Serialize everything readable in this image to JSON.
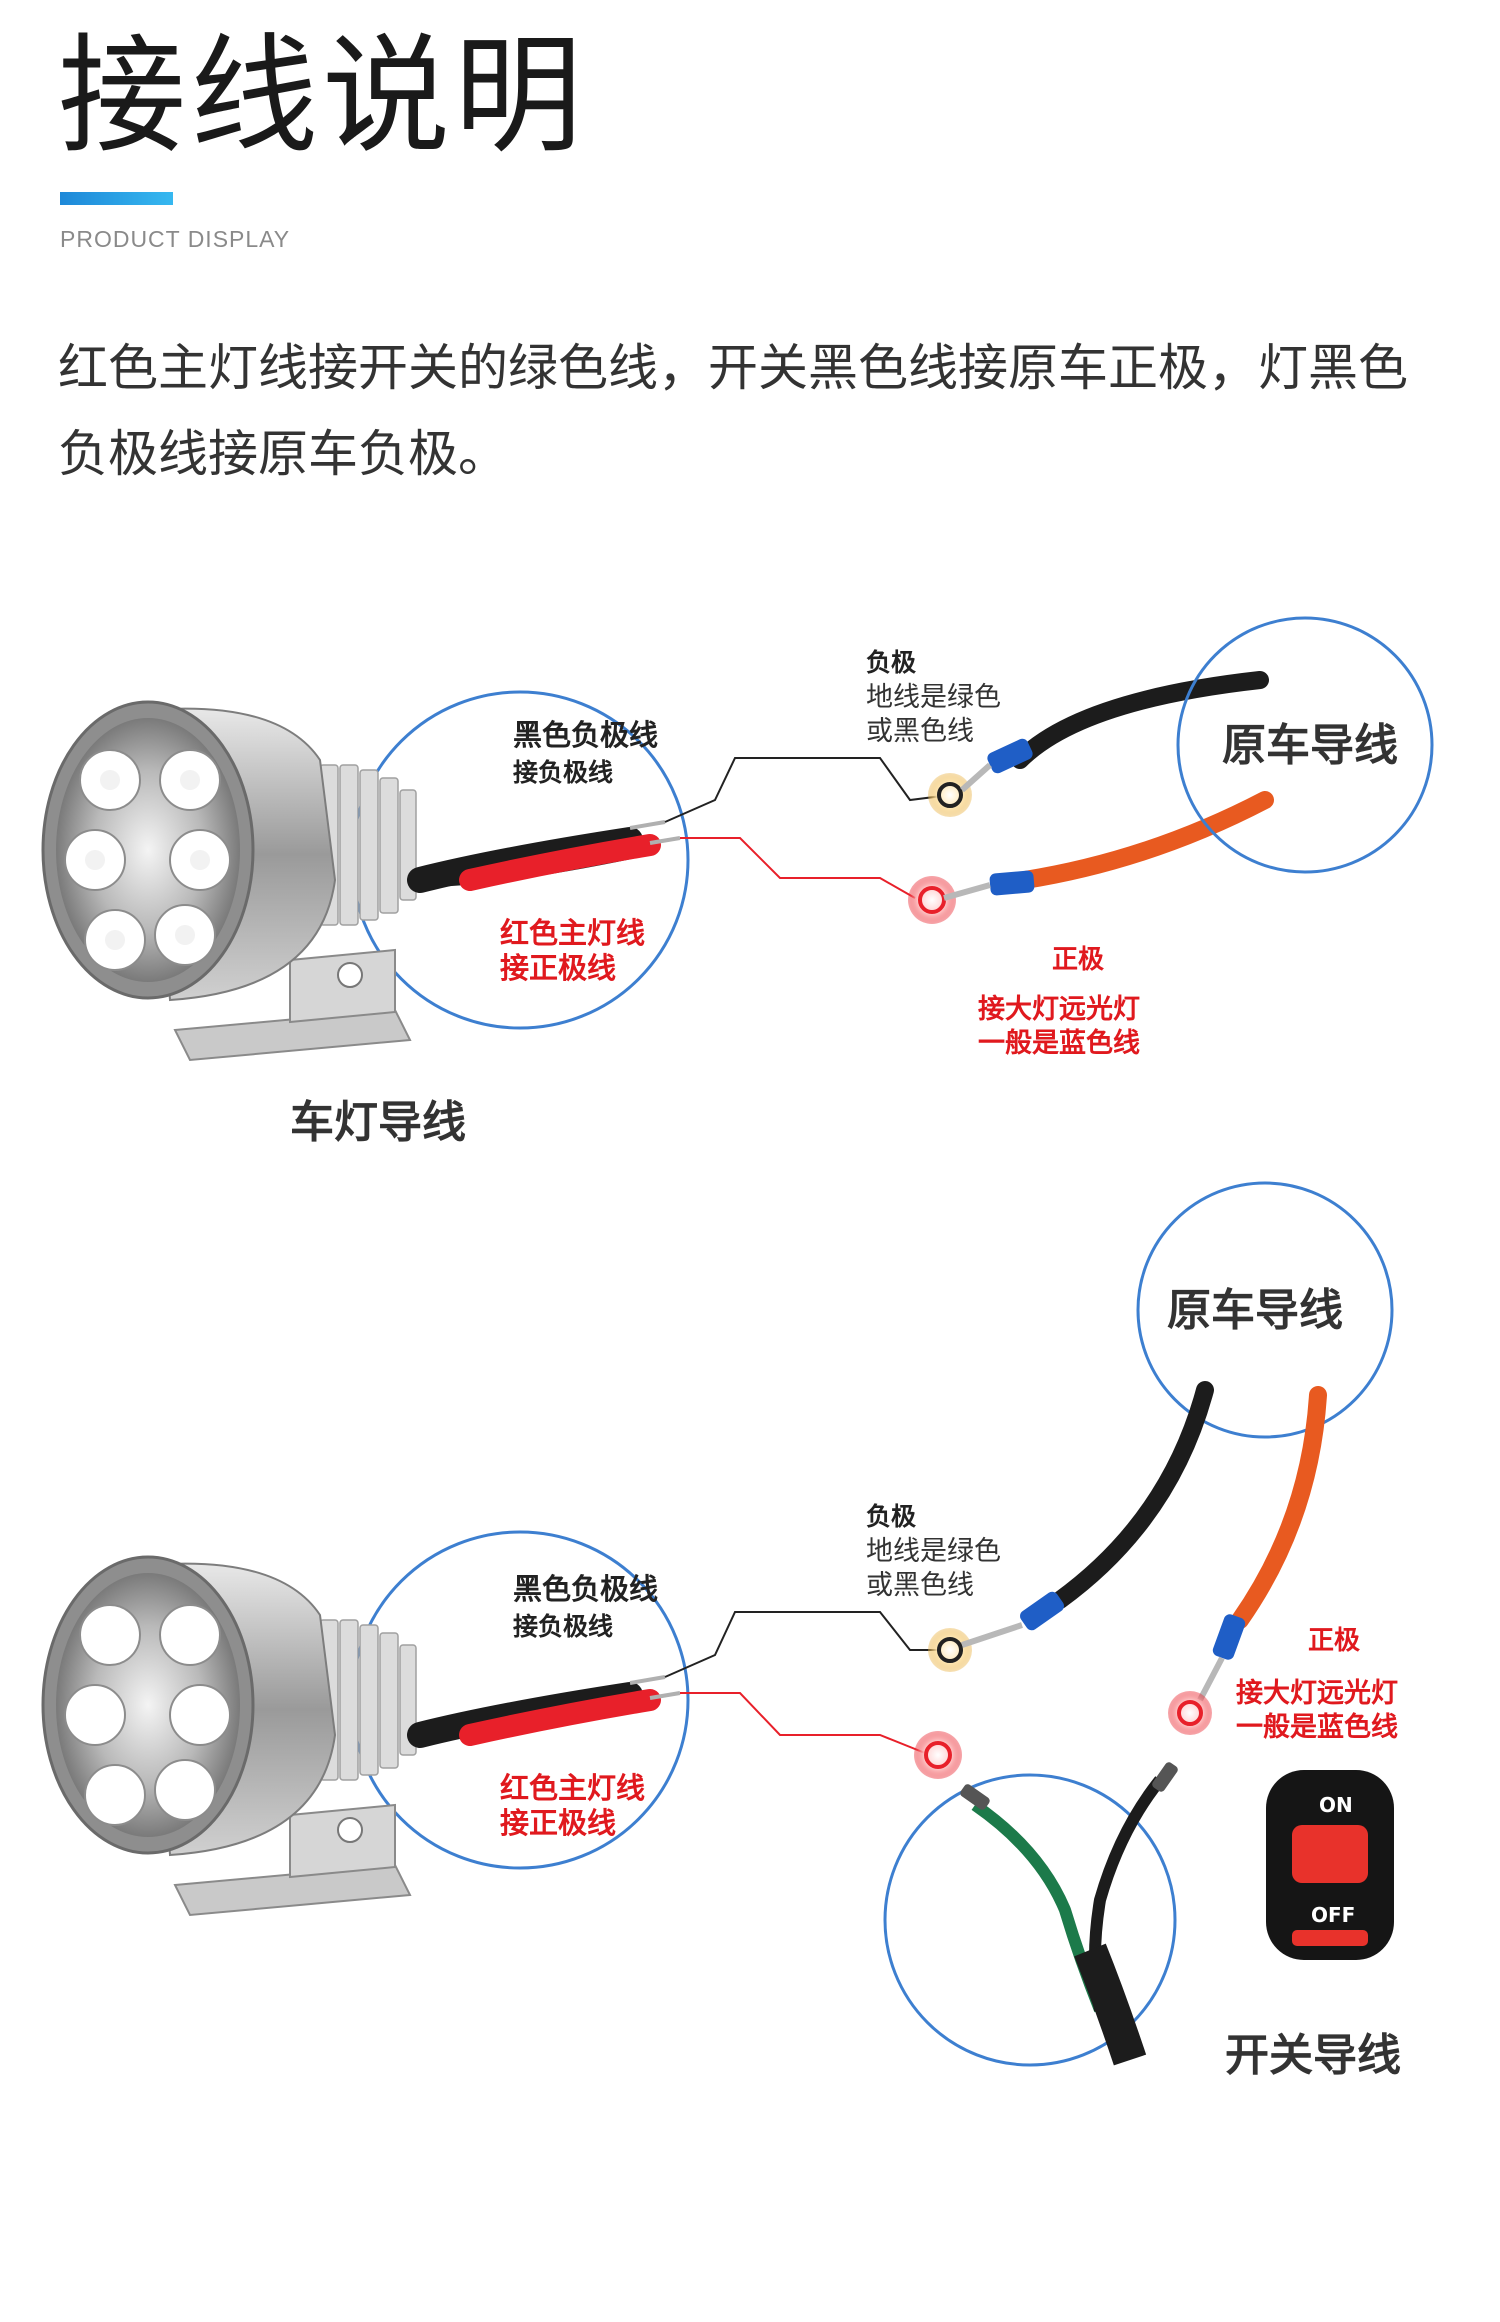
{
  "header": {
    "title": "接线说明",
    "subtitle": "PRODUCT DISPLAY",
    "accent_color": "#1e88d8"
  },
  "description": {
    "line1": "红色主灯线接开关的绿色线，开关黑色线接原车正极，灯黑色",
    "line2": "负极线接原车负极。"
  },
  "diagram1": {
    "black_wire_label_1": "黑色负极线",
    "black_wire_label_2": "接负极线",
    "red_wire_label_1": "红色主灯线",
    "red_wire_label_2": "接正极线",
    "negative_title": "负极",
    "negative_note_1": "地线是绿色",
    "negative_note_2": "或黑色线",
    "positive_title": "正极",
    "positive_note_1": "接大灯远光灯",
    "positive_note_2": "一般是蓝色线",
    "vehicle_wire_label": "原车导线",
    "lamp_wire_label": "车灯导线"
  },
  "diagram2": {
    "vehicle_wire_label": "原车导线",
    "black_wire_label_1": "黑色负极线",
    "black_wire_label_2": "接负极线",
    "red_wire_label_1": "红色主灯线",
    "red_wire_label_2": "接正极线",
    "negative_title": "负极",
    "negative_note_1": "地线是绿色",
    "negative_note_2": "或黑色线",
    "positive_title": "正极",
    "positive_note_1": "接大灯远光灯",
    "positive_note_2": "一般是蓝色线",
    "switch_on": "ON",
    "switch_off": "OFF",
    "switch_wire_label": "开关导线"
  },
  "colors": {
    "circle_outline": "#3d7fd0",
    "red_wire": "#e8202a",
    "orange_wire": "#e85a20",
    "black_wire": "#1c1c1c",
    "label_red": "#e0191e",
    "terminal_blue": "#1f5ec6"
  }
}
